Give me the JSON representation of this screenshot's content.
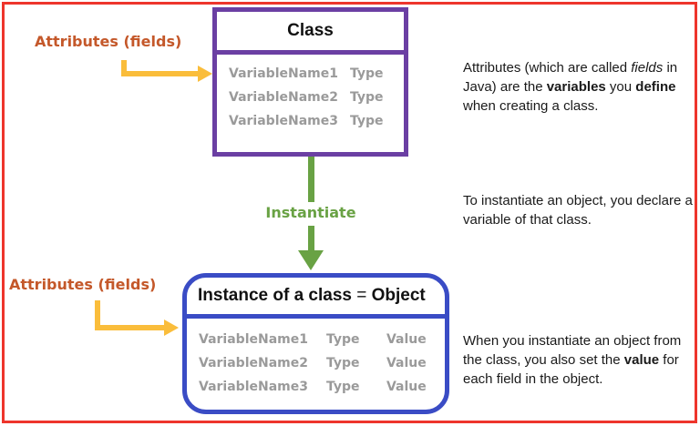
{
  "colors": {
    "frame_red": "#ee352c",
    "class_purple": "#6b3fa3",
    "instance_blue": "#3a4cc5",
    "arrow_yellow": "#fabd3b",
    "instantiate_green": "#69a244",
    "label_orange": "#c4582a",
    "row_gray": "#9a9a9a"
  },
  "labels": {
    "top_attributes": "Attributes (fields)",
    "bottom_attributes": "Attributes (fields)",
    "instantiate": "Instantiate"
  },
  "class_box": {
    "title": "Class",
    "rows": [
      {
        "name": "VariableName1",
        "type": "Type"
      },
      {
        "name": "VariableName2",
        "type": "Type"
      },
      {
        "name": "VariableName3",
        "type": "Type"
      }
    ]
  },
  "instance_box": {
    "title_segments": [
      {
        "text": "Instance of a class "
      },
      {
        "text": "= "
      },
      {
        "text": "Object"
      }
    ],
    "rows": [
      {
        "name": "VariableName1",
        "type": "Type",
        "value": "Value"
      },
      {
        "name": "VariableName2",
        "type": "Type",
        "value": "Value"
      },
      {
        "name": "VariableName3",
        "type": "Type",
        "value": "Value"
      }
    ]
  },
  "annotations": {
    "para1": {
      "segments": [
        {
          "text": "Attributes (which are called "
        },
        {
          "text": "fields"
        },
        {
          "text": " in Java) are the "
        },
        {
          "text": "variables"
        },
        {
          "text": " you "
        },
        {
          "text": "define"
        },
        {
          "text": " when creating a class."
        }
      ]
    },
    "para2": {
      "segments": [
        {
          "text": "To instantiate an object, you declare a variable of that class."
        }
      ]
    },
    "para3": {
      "segments": [
        {
          "text": "When you instantiate an object from the class, you also set the "
        },
        {
          "text": "value"
        },
        {
          "text": " for each field in the object."
        }
      ]
    }
  }
}
